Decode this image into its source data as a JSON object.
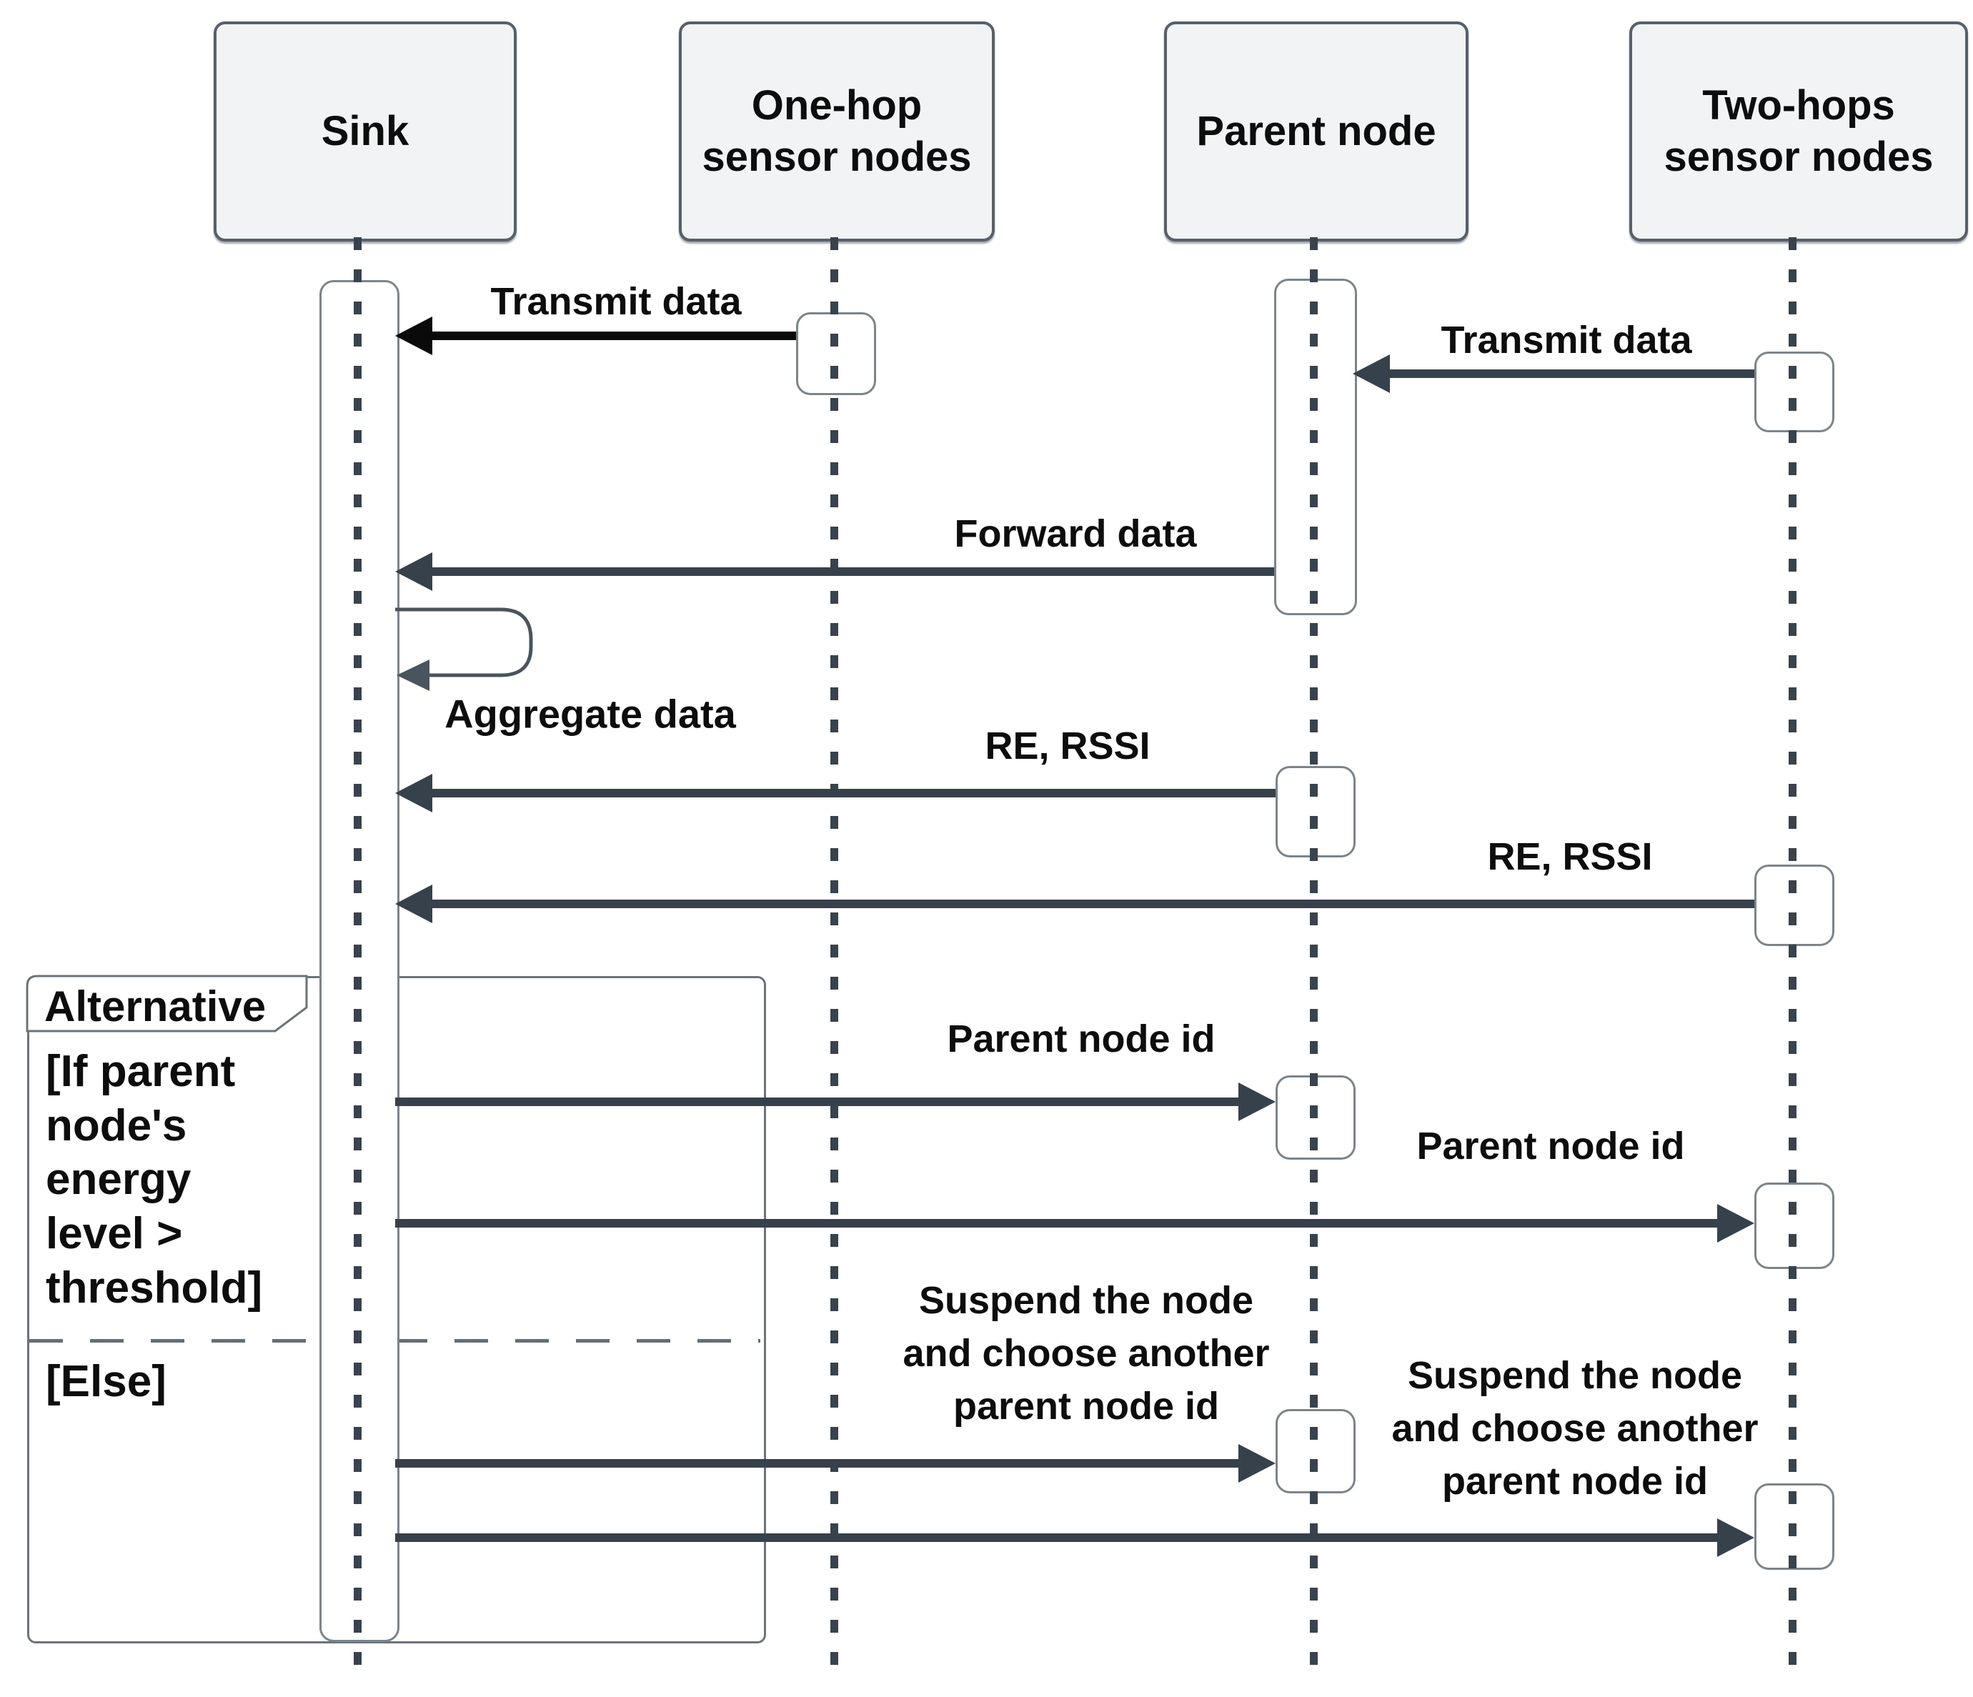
{
  "diagram": {
    "participants": [
      {
        "label": "Sink"
      },
      {
        "label": "One-hop\nsensor nodes"
      },
      {
        "label": "Parent node"
      },
      {
        "label": "Two-hops\nsensor nodes"
      }
    ],
    "messages": [
      {
        "label": "Transmit data",
        "from": "One-hop sensor nodes",
        "to": "Sink"
      },
      {
        "label": "Transmit data",
        "from": "Two-hops sensor nodes",
        "to": "Parent node"
      },
      {
        "label": "Forward data",
        "from": "Parent node",
        "to": "Sink"
      },
      {
        "label": "Aggregate data",
        "from": "Sink",
        "to": "Sink"
      },
      {
        "label": "RE, RSSI",
        "from": "Parent node",
        "to": "Sink"
      },
      {
        "label": "RE, RSSI",
        "from": "Two-hops sensor nodes",
        "to": "Sink"
      },
      {
        "label": "Parent node id",
        "from": "Sink",
        "to": "Parent node"
      },
      {
        "label": "Parent node id",
        "from": "Sink",
        "to": "Two-hops sensor nodes"
      },
      {
        "label": "Suspend the node\nand choose another\nparent node id",
        "from": "Sink",
        "to": "Parent node"
      },
      {
        "label": "Suspend the node\nand choose another\nparent node id",
        "from": "Sink",
        "to": "Two-hops sensor nodes"
      }
    ],
    "alt_frame": {
      "title": "Alternative",
      "guard_if": "[If parent\nnode's\nenergy\nlevel >\nthreshold]",
      "guard_else": "[Else]"
    },
    "colors": {
      "participant_fill": "#f1f3f4",
      "participant_border": "#57606a",
      "lifeline": "#39434d",
      "message_black": "#0a0a0a",
      "message_dark": "#37414b",
      "activation_border": "#7b848d",
      "frame_border": "#6a737c",
      "text": "#0d0d0d"
    }
  }
}
